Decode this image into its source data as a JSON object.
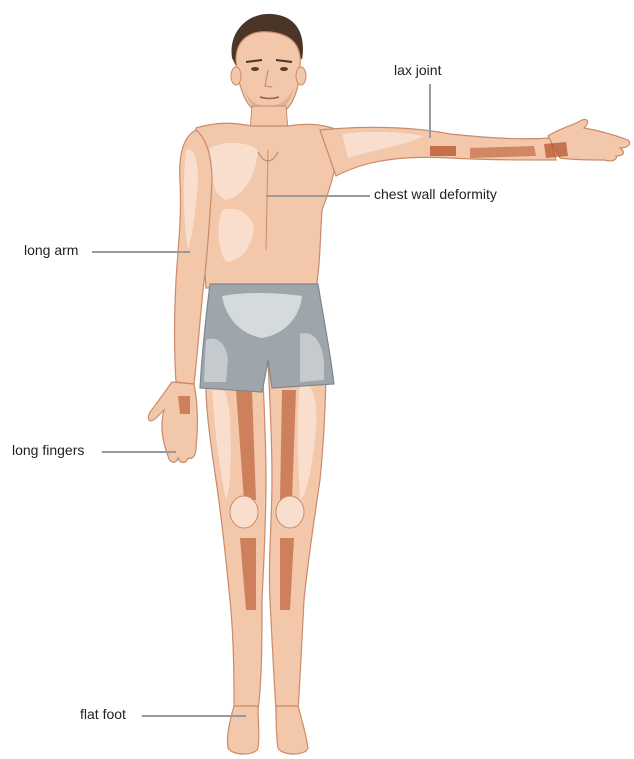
{
  "labels": {
    "lax_joint": "lax joint",
    "chest_wall_deformity": "chest wall deformity",
    "long_arm": "long arm",
    "long_fingers": "long fingers",
    "flat_foot": "flat foot"
  },
  "colors": {
    "skin": "#f3c7aa",
    "skin_highlight": "#f9dece",
    "skin_outline": "#c98b6b",
    "joint_marker": "#b5502a",
    "shorts": "#9ea6ab",
    "shorts_highlight": "#d5dadd",
    "hair": "#4a3526",
    "leader_line": "#9a9a9a"
  }
}
